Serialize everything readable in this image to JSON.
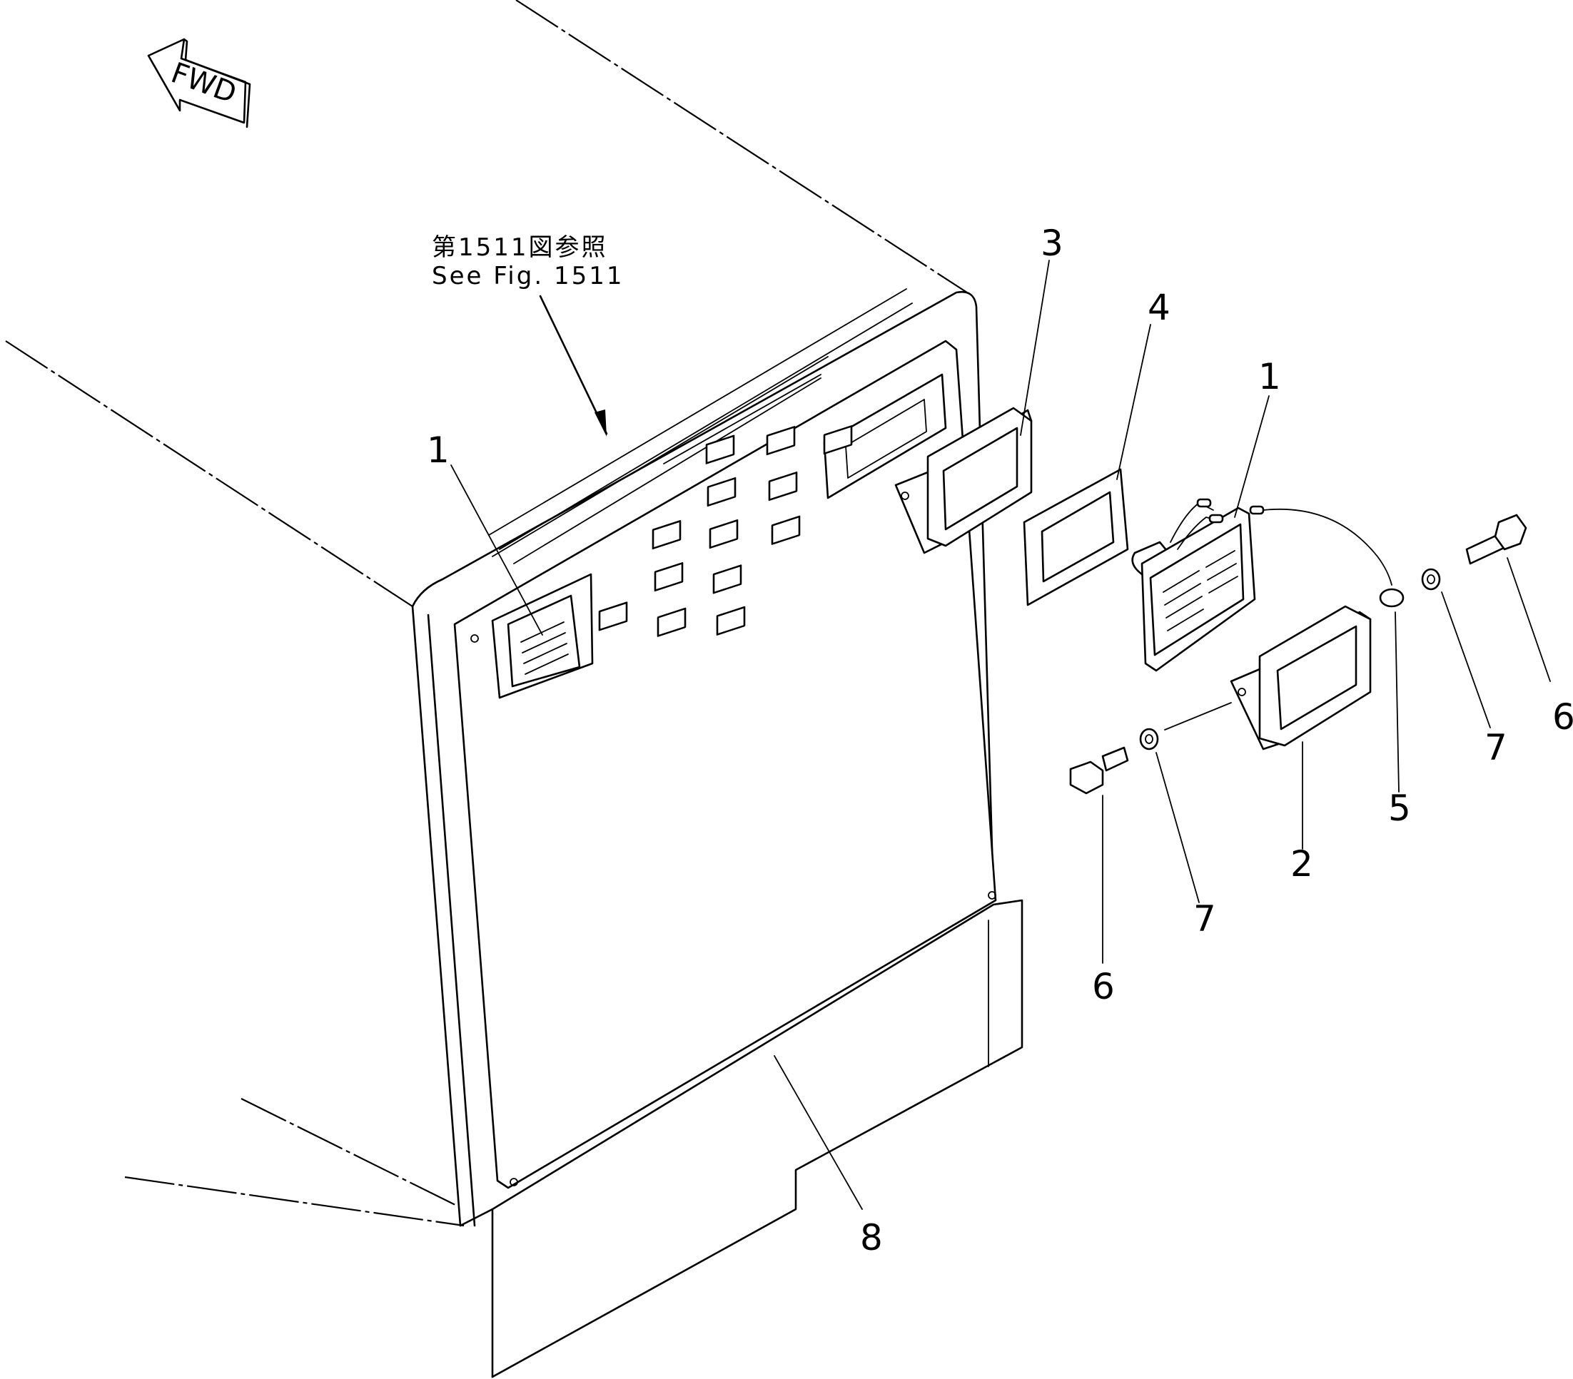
{
  "fwd_label": "FWD",
  "reference_note": {
    "line_ja": "第1511図参照",
    "line_en": "See Fig. 1511"
  },
  "callouts": [
    {
      "id": "callout-1-left",
      "label": "1"
    },
    {
      "id": "callout-1-right",
      "label": "1"
    },
    {
      "id": "callout-2",
      "label": "2"
    },
    {
      "id": "callout-3",
      "label": "3"
    },
    {
      "id": "callout-4",
      "label": "4"
    },
    {
      "id": "callout-5",
      "label": "5"
    },
    {
      "id": "callout-6-right",
      "label": "6"
    },
    {
      "id": "callout-6-bottom",
      "label": "6"
    },
    {
      "id": "callout-7-right",
      "label": "7"
    },
    {
      "id": "callout-7-bottom",
      "label": "7"
    },
    {
      "id": "callout-8",
      "label": "8"
    }
  ]
}
